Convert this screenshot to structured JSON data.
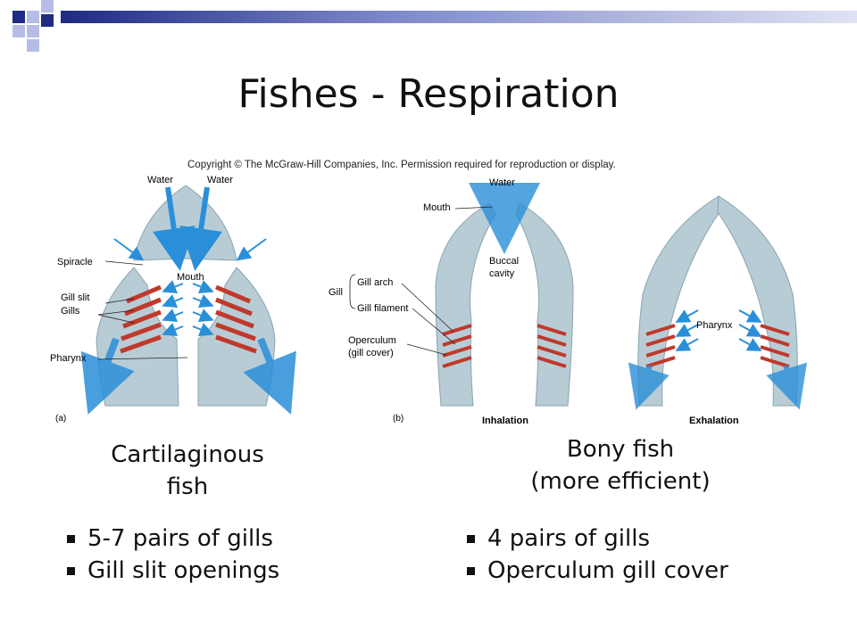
{
  "slide": {
    "title": "Fishes - Respiration",
    "copyright": "Copyright © The McGraw-Hill Companies, Inc. Permission required for reproduction or display.",
    "panel_a": {
      "letter": "(a)",
      "labels": {
        "water_left": "Water",
        "water_right": "Water",
        "spiracle": "Spiracle",
        "mouth": "Mouth",
        "gill_slit": "Gill slit",
        "gills": "Gills",
        "pharynx": "Pharynx"
      }
    },
    "panel_b": {
      "letter": "(b)",
      "labels": {
        "water": "Water",
        "mouth": "Mouth",
        "buccal": "Buccal",
        "cavity": "cavity",
        "gill": "Gill",
        "gill_arch": "Gill arch",
        "gill_filament": "Gill filament",
        "operculum": "Operculum",
        "gill_cover": "(gill cover)",
        "pharynx": "Pharynx",
        "inhalation": "Inhalation",
        "exhalation": "Exhalation"
      }
    },
    "left": {
      "subtitle_1": "Cartilaginous",
      "subtitle_2": "fish",
      "bullets": [
        "5-7 pairs of gills",
        "Gill slit openings"
      ]
    },
    "right": {
      "subtitle_1": "Bony fish",
      "subtitle_2": "(more efficient)",
      "bullets": [
        "4 pairs of gills",
        "Operculum gill cover"
      ]
    }
  },
  "colors": {
    "accent": "#1f2a82",
    "tissue": "#b8ccd6",
    "gill": "#c0392b",
    "arrow": "#2a8fd8"
  }
}
